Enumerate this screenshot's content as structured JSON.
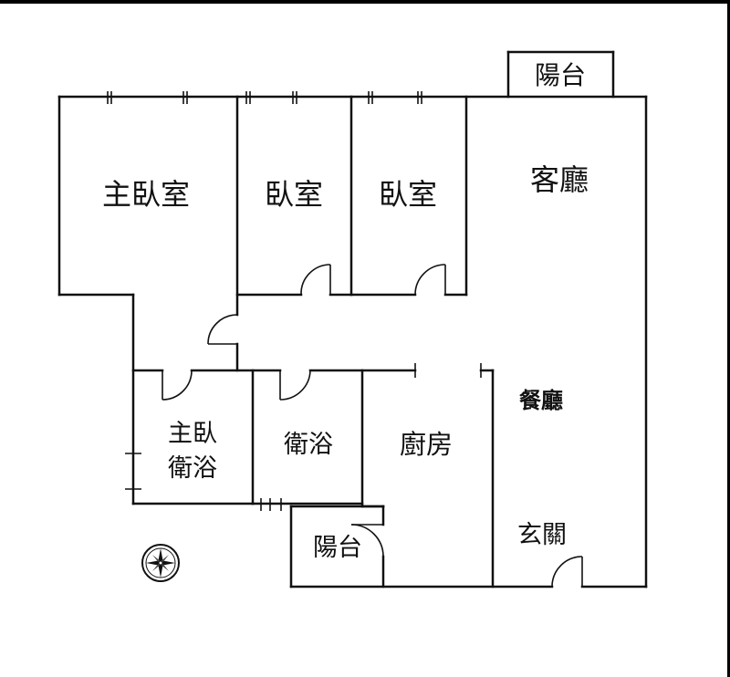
{
  "floor_plan": {
    "rooms": {
      "master_bedroom": "主臥室",
      "bedroom_2": "臥室",
      "bedroom_3": "臥室",
      "living_room": "客廳",
      "dining_room": "餐廳",
      "master_bath_line1": "主臥",
      "master_bath_line2": "衛浴",
      "bathroom": "衛浴",
      "kitchen": "廚房",
      "balcony_rear": "陽台",
      "entrance": "玄關",
      "balcony_front": "陽台"
    },
    "icons": {
      "compass": "compass-icon"
    },
    "colors": {
      "wall": "#111111",
      "background": "#ffffff",
      "top_bar": "#000000"
    }
  }
}
